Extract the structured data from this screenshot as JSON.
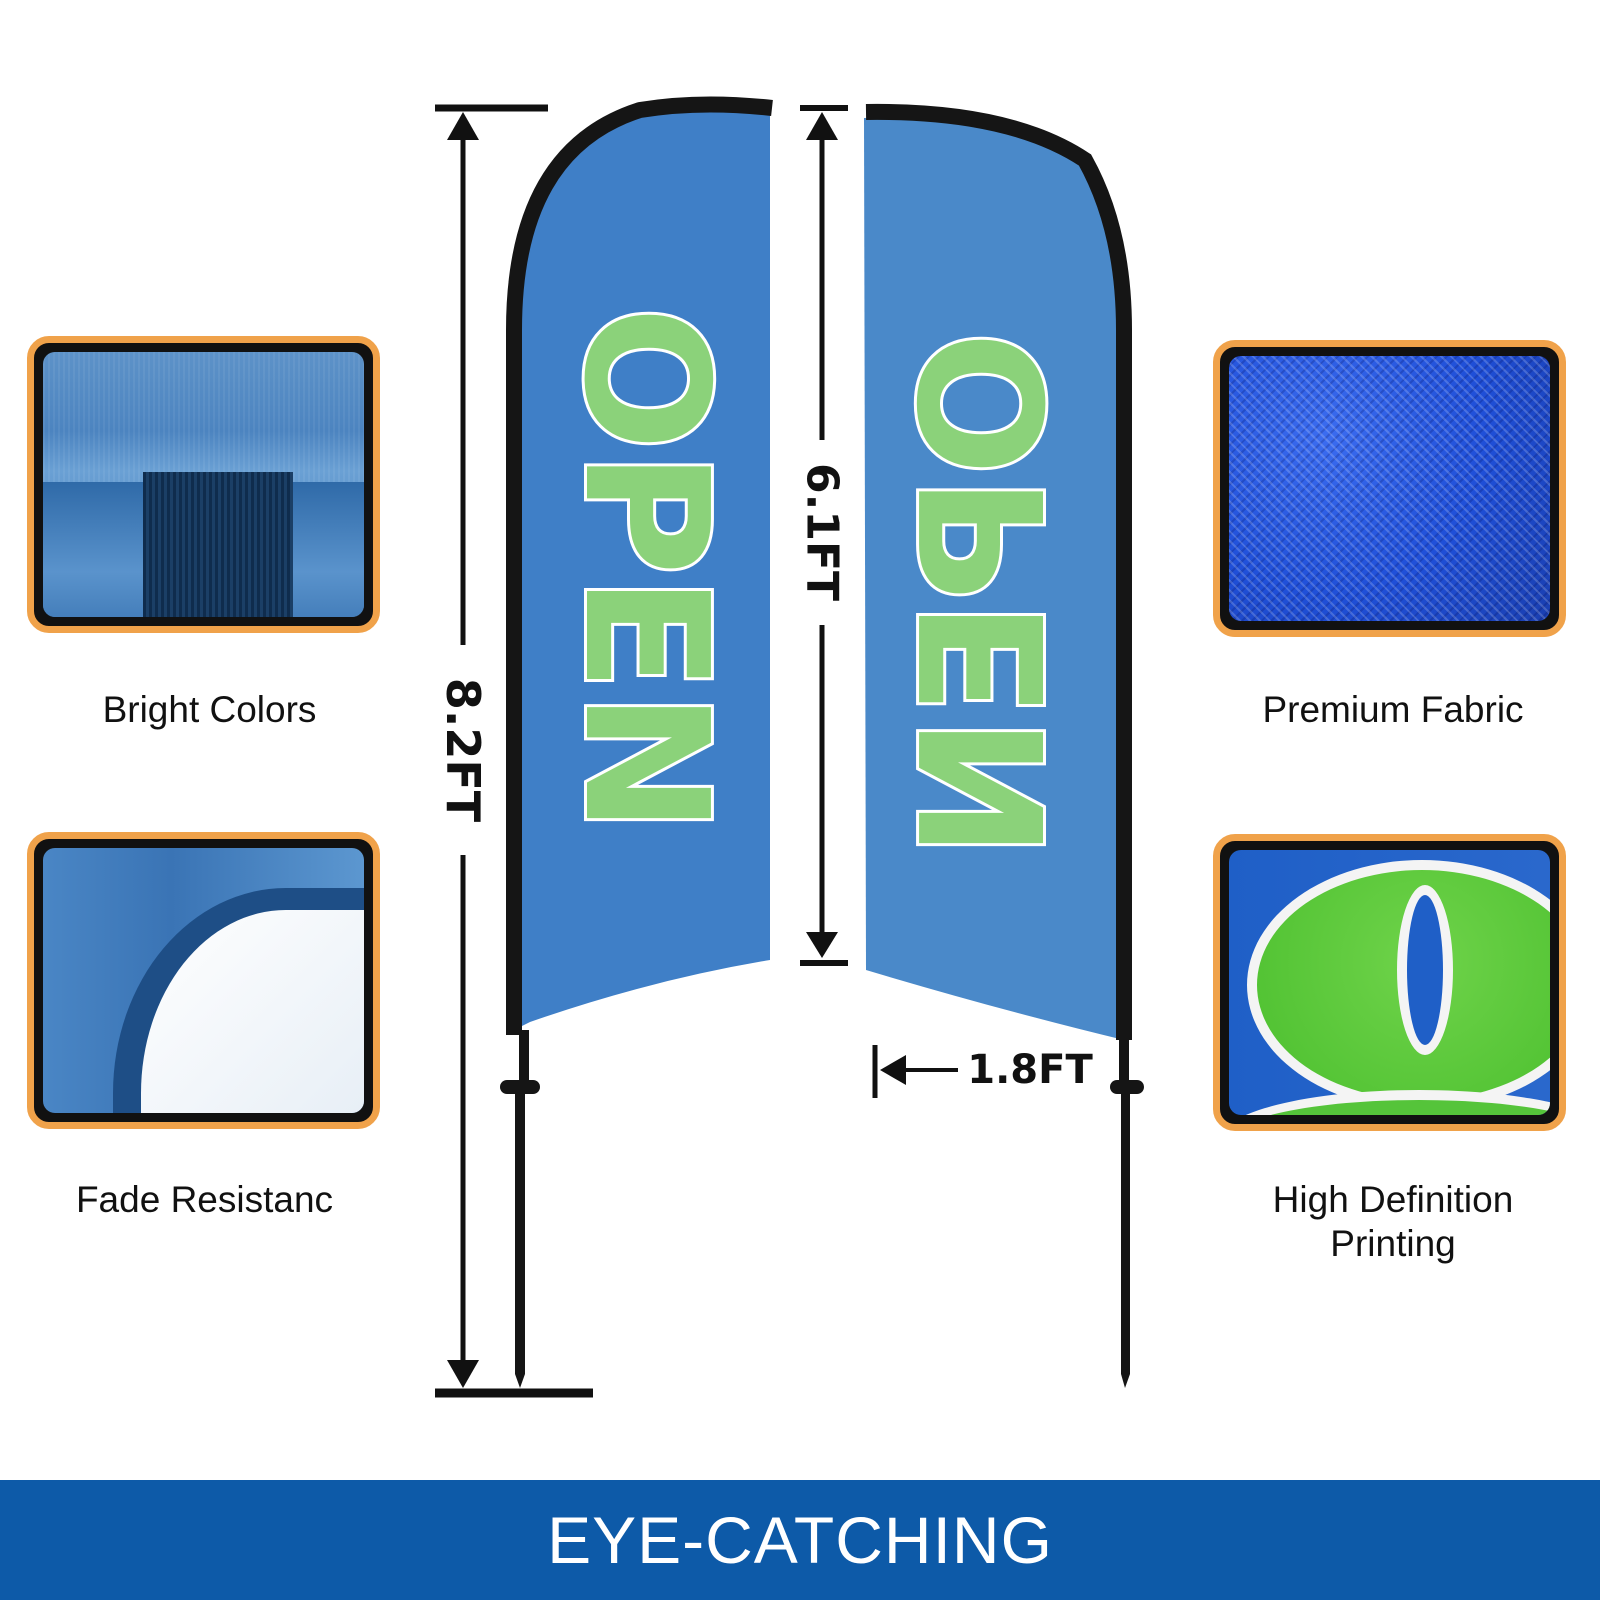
{
  "features": [
    {
      "id": "bright-colors",
      "label": "Bright Colors"
    },
    {
      "id": "premium-fabric",
      "label": "Premium Fabric"
    },
    {
      "id": "fade-resistance",
      "label": "Fade Resistanc"
    },
    {
      "id": "hd-printing",
      "label_line1": "High Definition",
      "label_line2": "Printing"
    }
  ],
  "flag": {
    "text": "OPEN",
    "fabric_color": "#3f7fc7",
    "fabric_color_back": "#4a89c9",
    "letter_color": "#8bd27a",
    "frame_color": "#151515"
  },
  "dimensions": {
    "total_height": "8.2FT",
    "flag_height": "6.1FT",
    "flag_width": "1.8FT"
  },
  "banner": {
    "text": "EYE-CATCHING",
    "color": "#0d5aa8"
  },
  "colors": {
    "card_border": "#f0a24a"
  }
}
